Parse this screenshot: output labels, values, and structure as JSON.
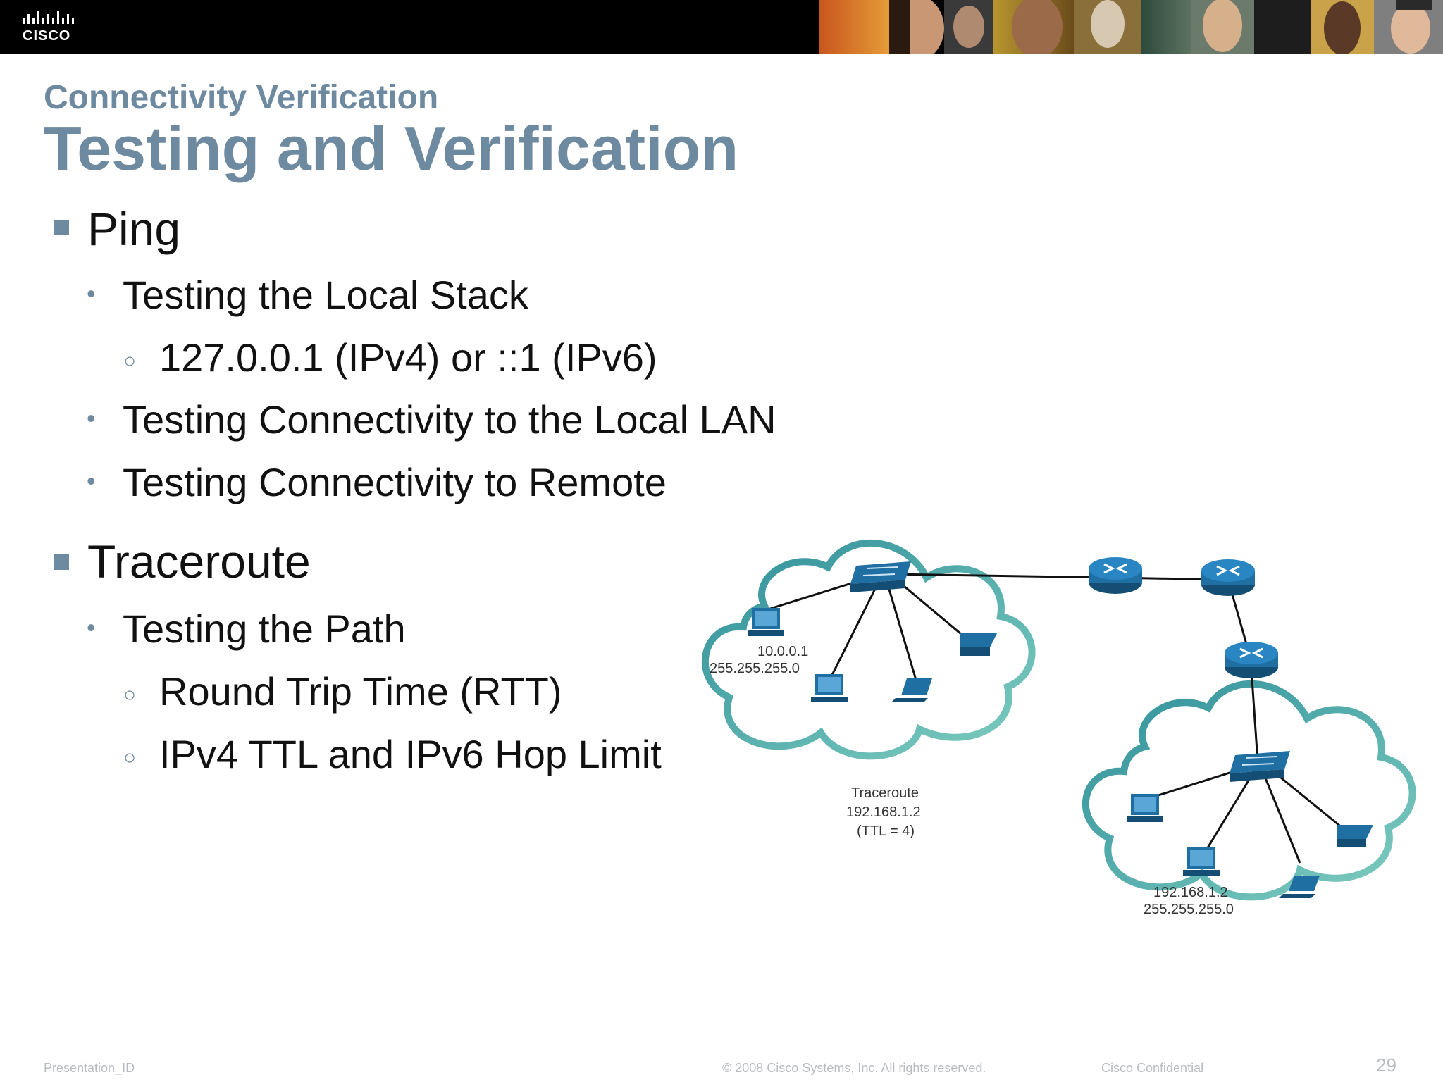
{
  "header": {
    "logo_text": "CISCO"
  },
  "slide": {
    "subtitle": "Connectivity Verification",
    "title": "Testing and Verification"
  },
  "content": {
    "ping": {
      "label": "Ping",
      "items": [
        "Testing the Local Stack",
        "127.0.0.1 (IPv4) or ::1 (IPv6)",
        "Testing Connectivity to the Local LAN",
        "Testing Connectivity to Remote"
      ]
    },
    "traceroute": {
      "label": "Traceroute",
      "items": [
        "Testing the Path",
        "Round Trip Time (RTT)",
        "IPv4 TTL and IPv6 Hop Limit"
      ]
    }
  },
  "diagram": {
    "source_ip": "10.0.0.1",
    "source_mask": "255.255.255.0",
    "note_line1": "Traceroute",
    "note_line2": "192.168.1.2",
    "note_line3": "(TTL = 4)",
    "dest_ip": "192.168.1.2",
    "dest_mask": "255.255.255.0",
    "accent_color": "#1f6fa3",
    "cloud_color": "#3aa8a0"
  },
  "footer": {
    "presentation_id": "Presentation_ID",
    "copyright": "© 2008 Cisco Systems, Inc. All rights reserved.",
    "confidential": "Cisco Confidential",
    "page_number": "29"
  }
}
